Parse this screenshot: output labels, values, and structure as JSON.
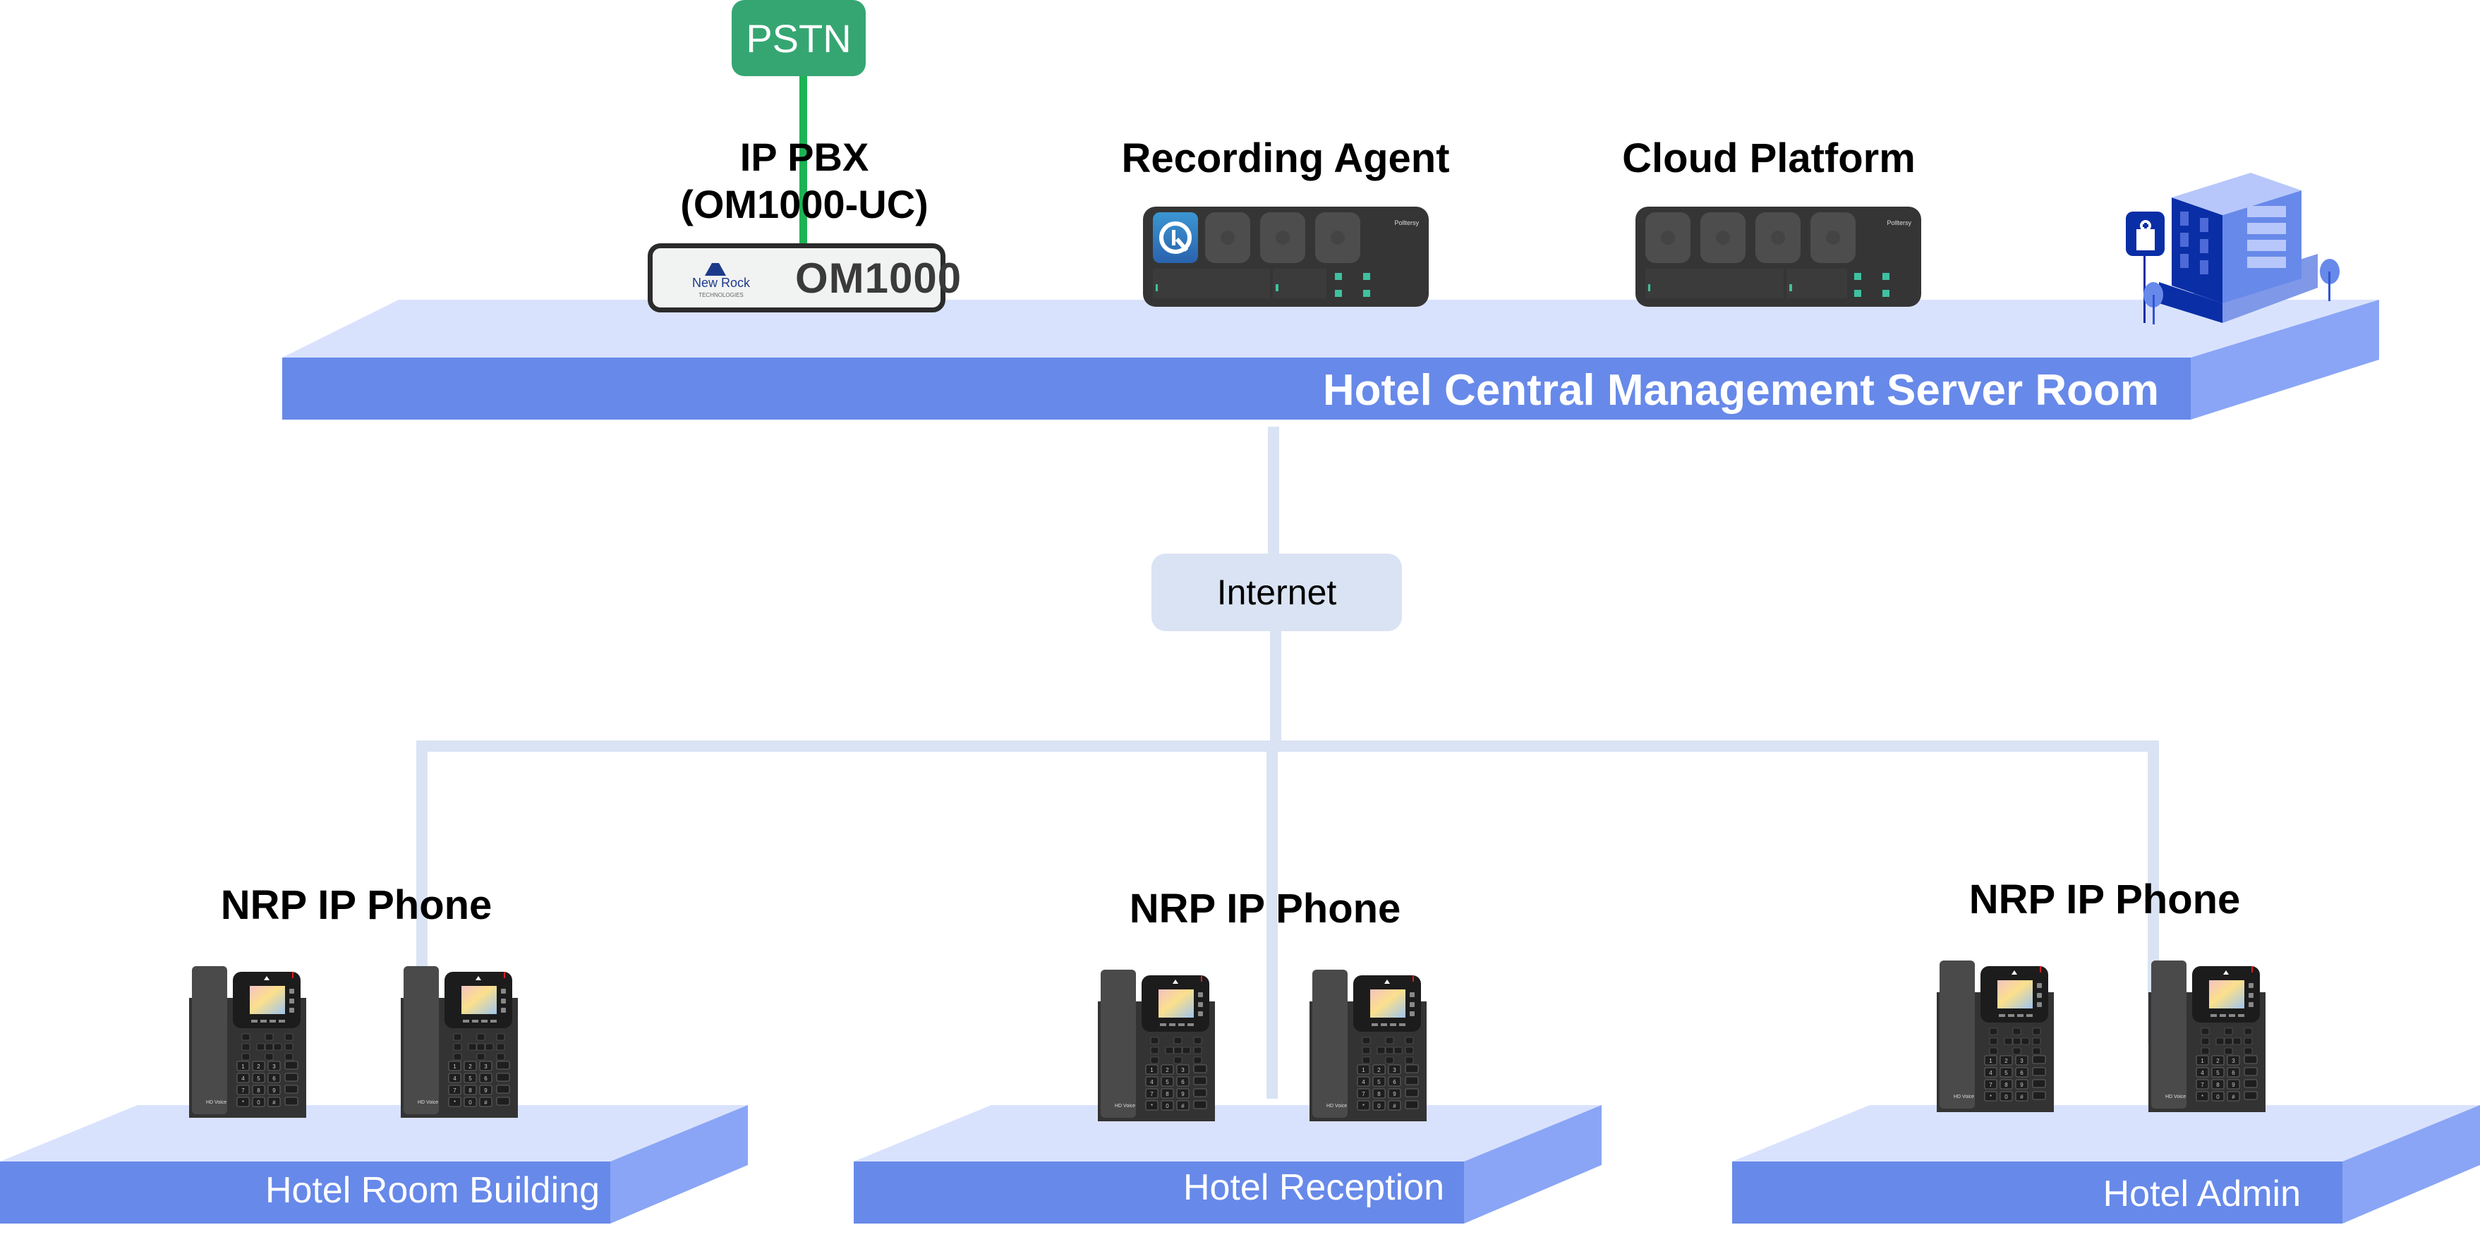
{
  "diagram": {
    "pstn": {
      "label": "PSTN"
    },
    "ip_pbx": {
      "title_line1": "IP PBX",
      "title_line2": "(OM1000-UC)",
      "device_brand": "New Rock",
      "device_brand_sub": "TECHNOLOGIES",
      "device_model": "OM1000"
    },
    "recording_agent": {
      "title": "Recording  Agent",
      "device_brand": "Polltersy"
    },
    "cloud_platform": {
      "title": "Cloud Platform",
      "device_brand": "Polltersy"
    },
    "server_room": {
      "label": "Hotel Central Management Server Room",
      "icons": [
        "hospital-sign-icon",
        "office-building-icon",
        "tree-icon"
      ]
    },
    "internet": {
      "label": "Internet"
    },
    "sites": [
      {
        "label": "Hotel Room Building",
        "phone_group_label": "NRP IP Phone",
        "phone_count": 2,
        "phone_badge": "HD Voice"
      },
      {
        "label": "Hotel Reception",
        "phone_group_label": "NRP IP Phone",
        "phone_count": 2,
        "phone_badge": "HD Voice"
      },
      {
        "label": "Hotel Admin",
        "phone_group_label": "NRP IP Phone",
        "phone_count": 2,
        "phone_badge": "HD Voice"
      }
    ],
    "colors": {
      "pstn_green": "#35a672",
      "pstn_line": "#1db354",
      "platform_top": "#d9e2fd",
      "platform_front": "#6789e9",
      "platform_side": "#8aa5f5",
      "connector": "#dae3f3",
      "building_dark": "#0a2ea6"
    }
  }
}
